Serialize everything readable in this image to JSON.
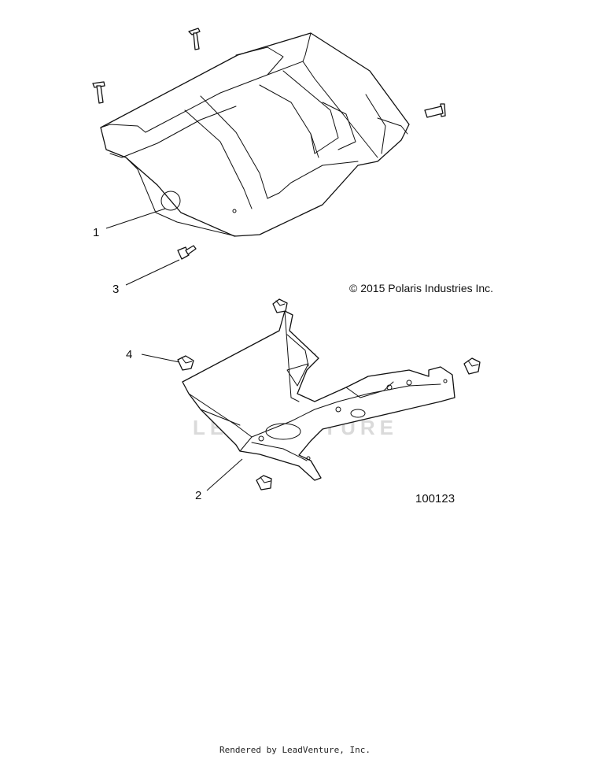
{
  "diagram": {
    "copyright": "© 2015 Polaris Industries Inc.",
    "diagram_id": "100123",
    "watermark": "LEADVENTURE",
    "callouts": [
      {
        "label": "1",
        "part": "cover"
      },
      {
        "label": "2",
        "part": "bracket"
      },
      {
        "label": "3",
        "part": "screw"
      },
      {
        "label": "4",
        "part": "nut"
      }
    ]
  },
  "footer": {
    "rendered_by": "Rendered by LeadVenture, Inc."
  }
}
